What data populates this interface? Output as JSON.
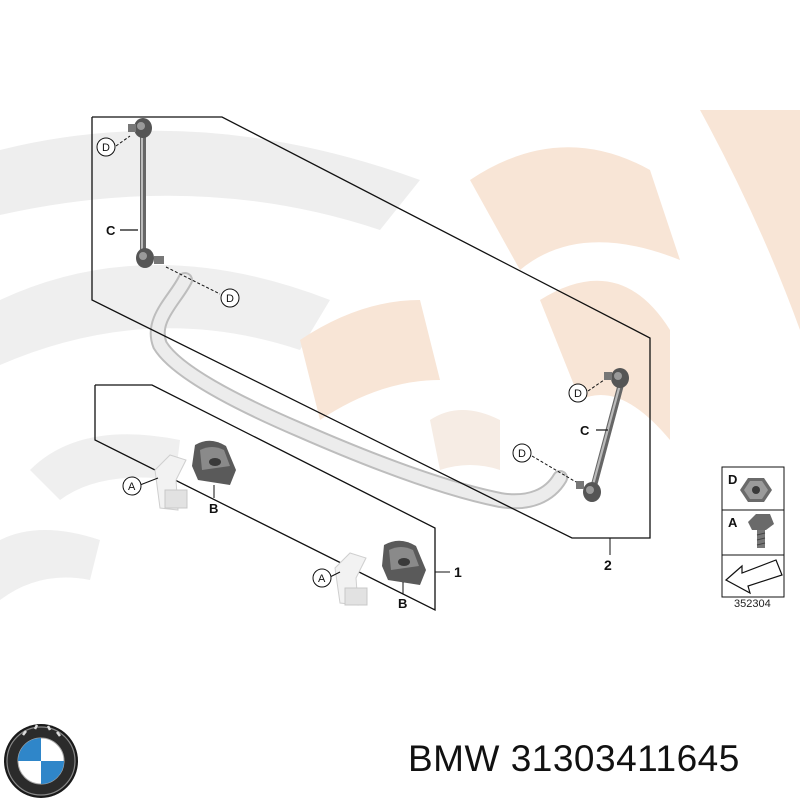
{
  "labels": {
    "d": "D",
    "c": "C",
    "a": "A",
    "b": "B",
    "group1": "1",
    "group2": "2"
  },
  "legend": {
    "items": [
      "D",
      "A"
    ],
    "ref_number": "352304"
  },
  "product": {
    "brand": "BMW",
    "part_number": "BMW 31303411645"
  },
  "colors": {
    "watermark_gray": "#eeeeee",
    "watermark_peach": "#f8e5d6",
    "line": "#111111",
    "part_gray": "#e6e6e6",
    "part_dark": "#555555"
  }
}
